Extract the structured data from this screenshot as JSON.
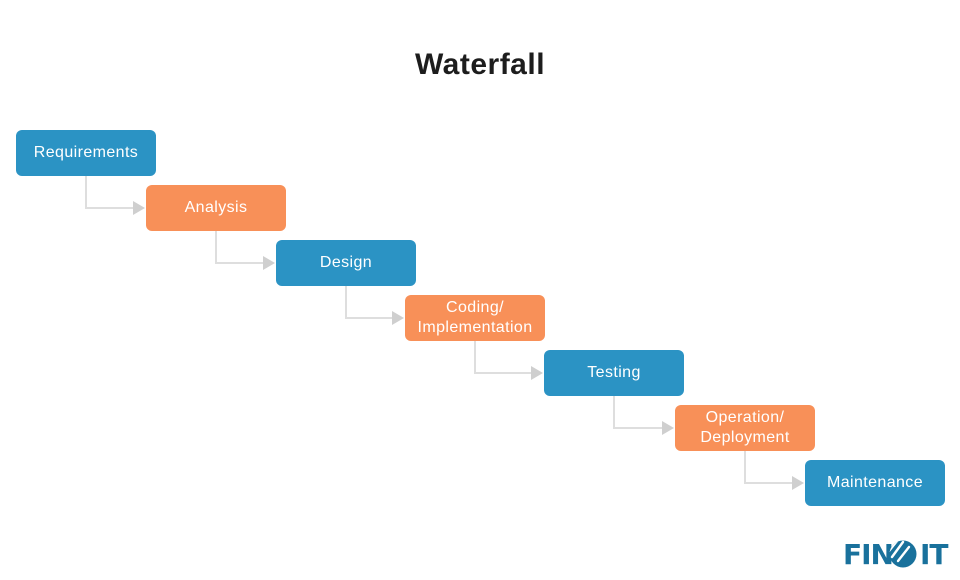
{
  "title": "Waterfall",
  "stages": [
    {
      "label": "Requirements",
      "color": "#2B93C4"
    },
    {
      "label": "Analysis",
      "color": "#F89058"
    },
    {
      "label": "Design",
      "color": "#2B93C4"
    },
    {
      "label": "Coding/\nImplementation",
      "color": "#F89058"
    },
    {
      "label": "Testing",
      "color": "#2B93C4"
    },
    {
      "label": "Operation/\nDeployment",
      "color": "#F89058"
    },
    {
      "label": "Maintenance",
      "color": "#2B93C4"
    }
  ],
  "brand": {
    "name": "FINOIT",
    "text_before_mark": "FIN",
    "text_after_mark": "IT",
    "color": "#19719C"
  },
  "colors": {
    "background": "#FFFFFF",
    "title_text": "#1D1D1D",
    "stage_text": "#FFFFFF",
    "stage_blue": "#2B93C4",
    "stage_orange": "#F89058",
    "connector_line": "#DEDEDE",
    "connector_arrow": "#CFCFCF"
  }
}
